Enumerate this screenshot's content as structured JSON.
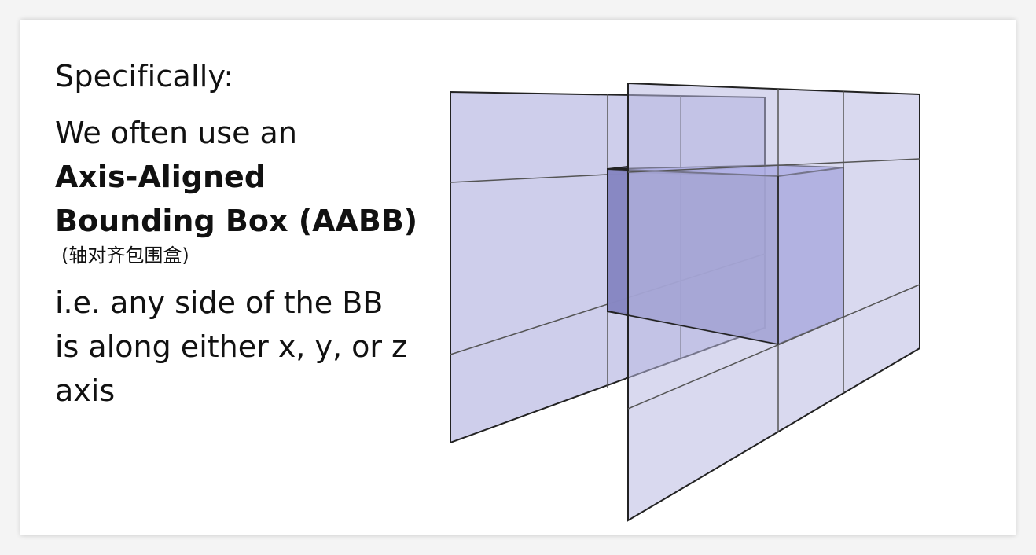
{
  "slide": {
    "heading": "Specifically:",
    "line1": "We often use an",
    "bold_line1": "Axis-Aligned",
    "bold_line2": "Bounding Box (AABB)",
    "note": "(轴对齐包围盒)",
    "explain_line1": "i.e. any side of the BB",
    "explain_line2": "is along either x, y, or z",
    "explain_line3": "axis"
  },
  "diagram": {
    "plane_fill": "#b9b9e2",
    "box_front": "#8a8ac4",
    "box_side": "#9e9ede",
    "box_top": "#a0a0e8",
    "box_left": "#6f6fa8",
    "stroke": "#222222"
  }
}
